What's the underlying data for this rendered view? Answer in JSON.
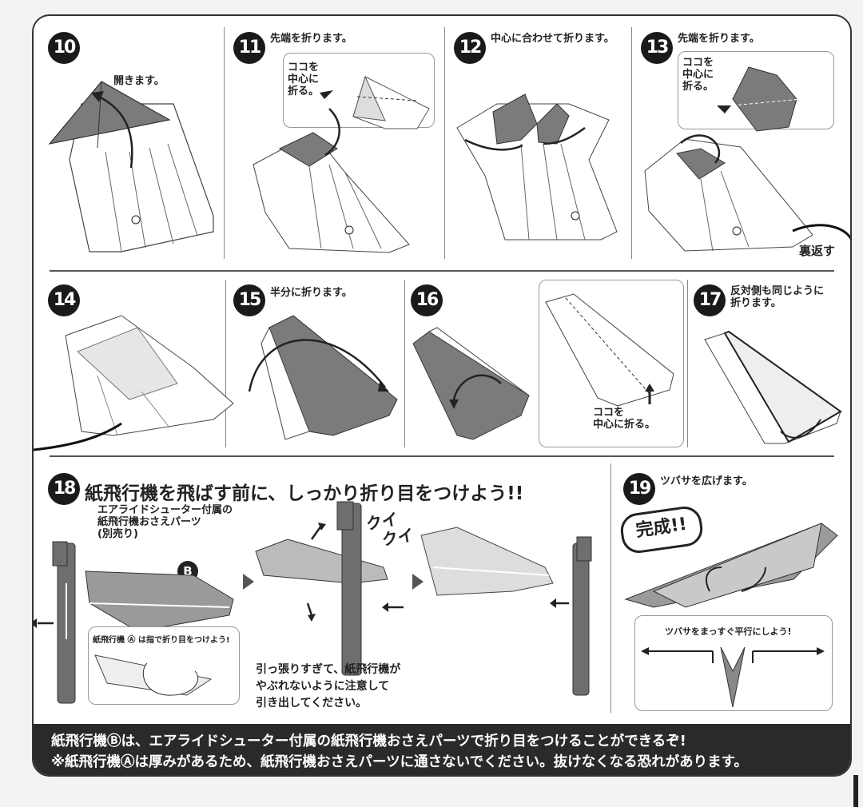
{
  "colors": {
    "ink": "#222222",
    "paper": "#ffffff",
    "shade": "#7b7b7b",
    "light": "#d6d6d6",
    "banner": "#2a2a2a"
  },
  "steps": {
    "s10": {
      "num": "10",
      "text": "開きます。"
    },
    "s11": {
      "num": "11",
      "text": "先端を折ります。",
      "callout": [
        "ココを",
        "中心に",
        "折る。"
      ]
    },
    "s12": {
      "num": "12",
      "text": "中心に合わせて折ります。"
    },
    "s13": {
      "num": "13",
      "text": "先端を折ります。",
      "callout": [
        "ココを",
        "中心に",
        "折る。"
      ],
      "flip": "裏返す"
    },
    "s14": {
      "num": "14"
    },
    "s15": {
      "num": "15",
      "text": "半分に折ります。"
    },
    "s16": {
      "num": "16",
      "callout": [
        "ココを",
        "中心に折る。"
      ]
    },
    "s17": {
      "num": "17",
      "text": [
        "反対側も同じように",
        "折ります。"
      ]
    },
    "s18": {
      "num": "18",
      "heading": "紙飛行機を飛ばす前に、しっかり折り目をつけよう!!",
      "part_label": [
        "エアライドシューター付属の",
        "紙飛行機おさえパーツ",
        "(別売り)"
      ],
      "badge": "B",
      "inset": "紙飛行機 Ⓐ は指で折り目をつけよう!",
      "sfx": [
        "クイ",
        "クイ"
      ],
      "warning": [
        "引っ張りすぎて、紙飛行機が",
        "やぶれないように注意して",
        "引き出してください。"
      ]
    },
    "s19": {
      "num": "19",
      "text": "ツバサを広げます。",
      "done": "完成!!",
      "tip": "ツバサをまっすぐ平行にしよう!"
    }
  },
  "banner": {
    "line1": "紙飛行機Ⓑは、エアライドシューター付属の紙飛行機おさえパーツで折り目をつけることができるぞ!",
    "line2": "※紙飛行機Ⓐは厚みがあるため、紙飛行機おさえパーツに通さないでください。抜けなくなる恐れがあります。"
  }
}
